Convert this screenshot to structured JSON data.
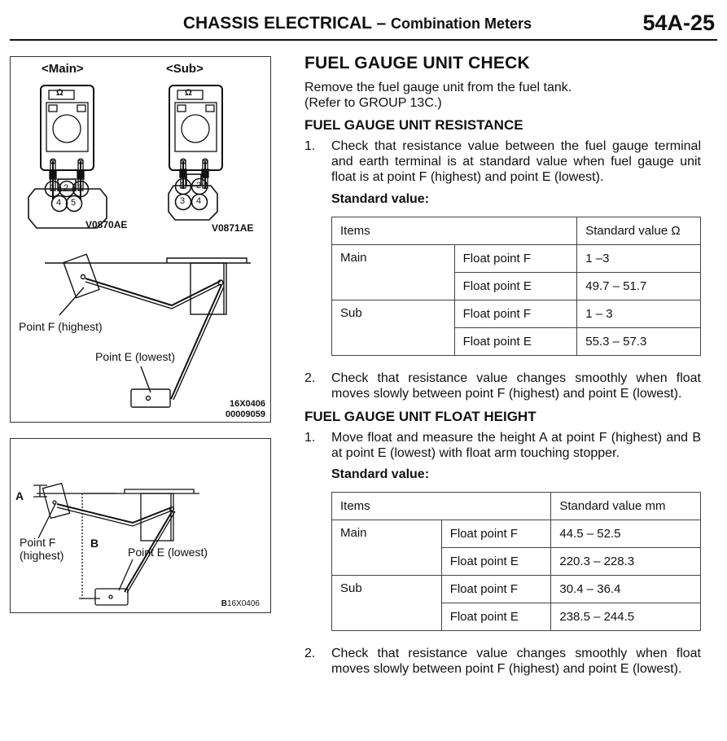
{
  "header": {
    "section": "CHASSIS ELECTRICAL",
    "dash": " – ",
    "subsection": "Combination Meters",
    "page": "54A-25"
  },
  "figure1": {
    "main_label": "<Main>",
    "sub_label": "<Sub>",
    "ohm_symbol": "Ω",
    "terminals_main": [
      "1",
      "2",
      "3",
      "4",
      "5"
    ],
    "terminals_sub": [
      "1",
      "2",
      "3",
      "4"
    ],
    "code_main": "V0870AE",
    "code_sub": "V0871AE",
    "point_f": "Point F (highest)",
    "point_e": "Point E (lowest)",
    "code_line1": "16X0406",
    "code_line2": "00009059"
  },
  "figure2": {
    "label_a": "A",
    "label_b": "B",
    "point_f_line1": "Point F",
    "point_f_line2": "(highest)",
    "point_e": "Point E (lowest)",
    "code_prefix": "B",
    "code": "16X0406"
  },
  "content": {
    "title": "FUEL GAUGE UNIT CHECK",
    "intro1": "Remove the fuel gauge unit from the fuel tank.",
    "intro2": "(Refer to GROUP 13C.)",
    "resistance": {
      "heading": "FUEL GAUGE UNIT RESISTANCE",
      "step1_num": "1.",
      "step1": "Check that resistance value between the fuel gauge terminal and earth terminal is at standard value when fuel gauge unit float is at point F (highest) and point E (lowest).",
      "std_label": "Standard value:",
      "table": {
        "col_items": "Items",
        "col_value": "Standard value Ω",
        "rows": [
          {
            "group": "Main",
            "point": "Float point F",
            "value": "1 –3"
          },
          {
            "group": "",
            "point": "Float point E",
            "value": "49.7 – 51.7"
          },
          {
            "group": "Sub",
            "point": "Float point F",
            "value": "1 – 3"
          },
          {
            "group": "",
            "point": "Float point E",
            "value": "55.3 – 57.3"
          }
        ]
      },
      "step2_num": "2.",
      "step2": "Check that resistance value changes smoothly when float moves slowly between point F (highest) and point E (lowest)."
    },
    "float_height": {
      "heading": "FUEL GAUGE UNIT FLOAT HEIGHT",
      "step1_num": "1.",
      "step1": "Move float and measure the height A at point F (highest) and B at point E (lowest) with float arm touching stopper.",
      "std_label": "Standard value:",
      "table": {
        "col_items": "Items",
        "col_value": "Standard value mm",
        "rows": [
          {
            "group": "Main",
            "point": "Float point F",
            "value": "44.5 – 52.5"
          },
          {
            "group": "",
            "point": "Float point E",
            "value": "220.3 – 228.3"
          },
          {
            "group": "Sub",
            "point": "Float point F",
            "value": "30.4 – 36.4"
          },
          {
            "group": "",
            "point": "Float point E",
            "value": "238.5 – 244.5"
          }
        ]
      },
      "step2_num": "2.",
      "step2": "Check that resistance value changes smoothly when float moves slowly between point F (highest) and point E (lowest)."
    }
  }
}
